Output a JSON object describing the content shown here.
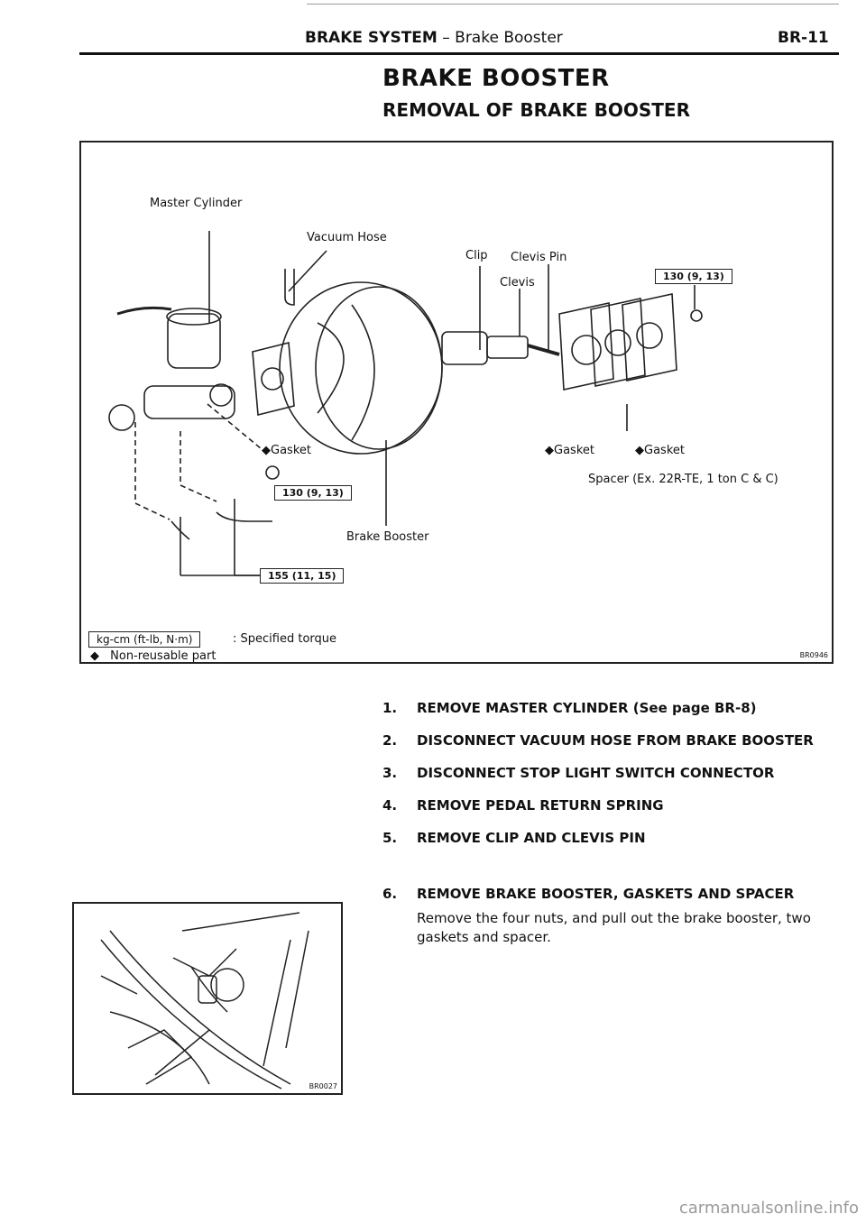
{
  "header": {
    "section": "BRAKE SYSTEM",
    "separator": "–",
    "subsection": "Brake Booster",
    "page": "BR-11"
  },
  "title": "BRAKE BOOSTER",
  "subtitle": "REMOVAL OF BRAKE BOOSTER",
  "diagram": {
    "labels": {
      "master_cylinder": "Master Cylinder",
      "vacuum_hose": "Vacuum Hose",
      "clip": "Clip",
      "clevis_pin": "Clevis Pin",
      "clevis": "Clevis",
      "gasket_left": "Gasket",
      "gasket_mid": "Gasket",
      "gasket_right": "Gasket",
      "spacer": "Spacer (Ex. 22R-TE, 1 ton C & C)",
      "brake_booster": "Brake Booster"
    },
    "torques": {
      "right": "130 (9, 13)",
      "left": "130 (9, 13)",
      "bottom": "155 (11, 15)"
    },
    "legend": {
      "torque_box": "kg-cm (ft-lb, N·m)",
      "torque_text": ": Specified torque",
      "nonreusable_text": "Non-reusable part"
    },
    "code": "BR0946"
  },
  "steps": [
    {
      "num": "1.",
      "text": "REMOVE MASTER CYLINDER (See page BR-8)"
    },
    {
      "num": "2.",
      "text": "DISCONNECT VACUUM HOSE FROM BRAKE BOOSTER"
    },
    {
      "num": "3.",
      "text": "DISCONNECT STOP LIGHT SWITCH CONNECTOR"
    },
    {
      "num": "4.",
      "text": "REMOVE PEDAL RETURN SPRING"
    },
    {
      "num": "5.",
      "text": "REMOVE CLIP AND CLEVIS PIN"
    },
    {
      "num": "6.",
      "text": "REMOVE BRAKE BOOSTER, GASKETS AND SPACER"
    }
  ],
  "step6_desc": "Remove the four nuts, and pull out the brake booster, two gaskets and spacer.",
  "photo": {
    "code": "BR0027"
  },
  "watermark": "carmanualsonline.info"
}
